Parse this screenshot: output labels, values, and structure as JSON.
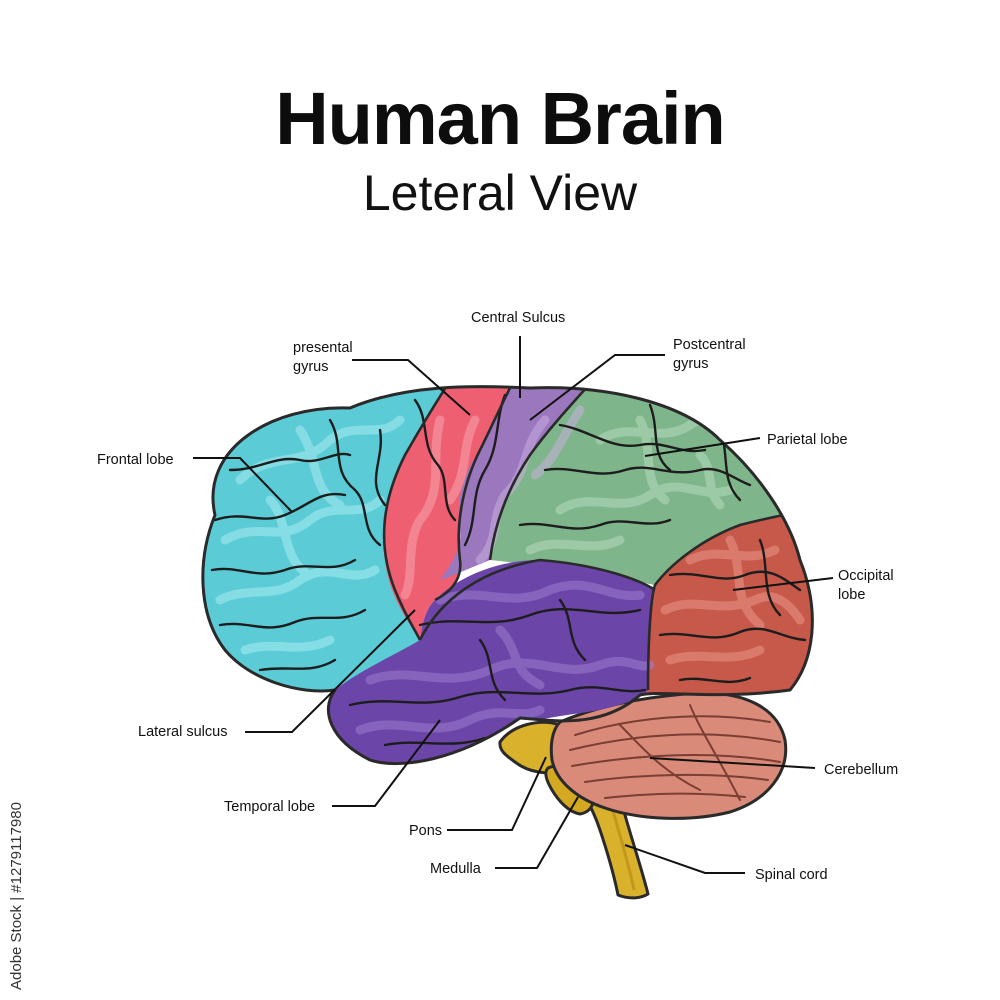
{
  "title": "Human Brain",
  "subtitle": "Leteral View",
  "side_text": "Adobe Stock | #1279117980",
  "colors": {
    "frontal": "#5bcbd6",
    "precentral": "#ee5f71",
    "postcentral": "#9b77be",
    "parietal": "#7fb58a",
    "occipital": "#c7594a",
    "temporal": "#6b45a8",
    "cerebellum": "#d98a78",
    "stem": "#d9b12a"
  },
  "labels": {
    "central_sulcus": "Central Sulcus",
    "presental_1": "presental",
    "presental_2": "gyrus",
    "postcentral_1": "Postcentral",
    "postcentral_2": "gyrus",
    "frontal": "Frontal lobe",
    "parietal": "Parietal lobe",
    "occipital_1": "Occipital",
    "occipital_2": "lobe",
    "lateral": "Lateral sulcus",
    "temporal": "Temporal lobe",
    "cerebellum": "Cerebellum",
    "pons": "Pons",
    "medulla": "Medulla",
    "spinal": "Spinal cord"
  }
}
